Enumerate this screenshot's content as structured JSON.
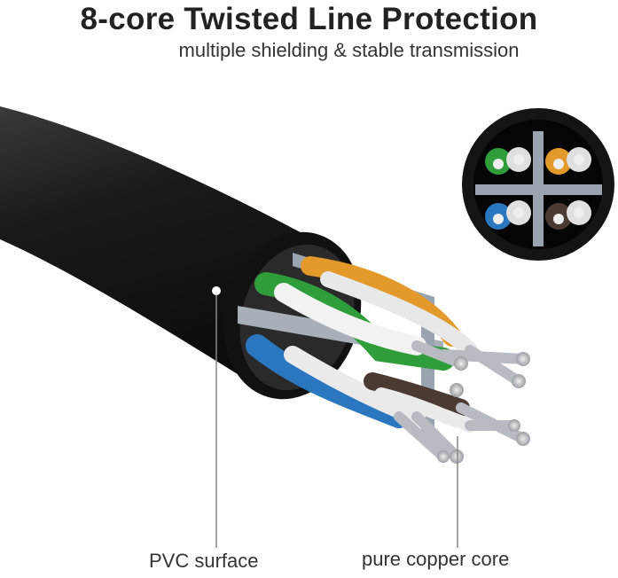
{
  "header": {
    "title": "8-core Twisted Line Protection",
    "subtitle": "multiple shielding & stable transmission"
  },
  "callouts": {
    "pvc": "PVC surface",
    "copper": "pure copper core"
  },
  "colors": {
    "jacket": "#1c1c1c",
    "separator": "#9aa3b0",
    "green": "#2f9e3a",
    "orange": "#e39a2a",
    "blue": "#2a77c0",
    "brown": "#4a3a32",
    "copper": "#c9cdd2"
  }
}
